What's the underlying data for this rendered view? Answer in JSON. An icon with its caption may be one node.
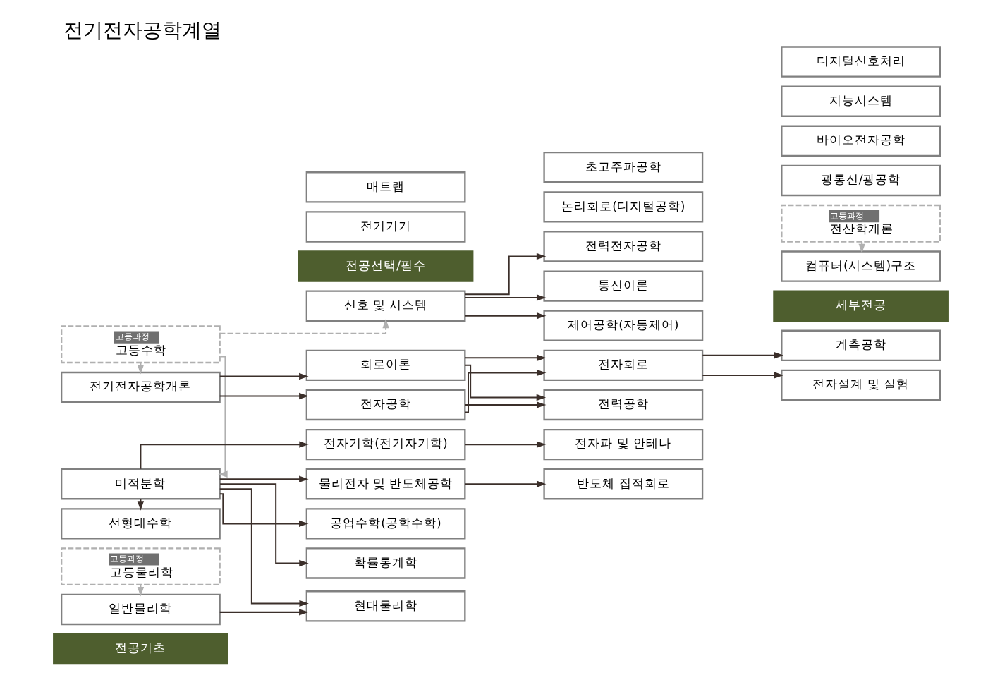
{
  "diagram": {
    "title": "전기전자공학계열",
    "nodes": [
      {
        "text": [
          "전공기초"
        ]
      },
      {
        "text": [
          "전공선택/필수"
        ]
      },
      {
        "text": [
          "세부전공"
        ]
      },
      {
        "text": [
          "고등과정",
          "고등수학"
        ]
      },
      {
        "text": [
          "미적분학"
        ]
      },
      {
        "text": [
          "선형대수학"
        ]
      },
      {
        "text": [
          "고등과정",
          "고등물리학"
        ]
      },
      {
        "text": [
          "일반물리학"
        ]
      },
      {
        "text": [
          "전기전자공학개론"
        ]
      },
      {
        "text": [
          "공업수학(공학수학)"
        ]
      },
      {
        "text": [
          "확률통계학"
        ]
      },
      {
        "text": [
          "전자기학(전기자기학)"
        ]
      },
      {
        "text": [
          "물리전자 및 반도체공학"
        ]
      },
      {
        "text": [
          "현대물리학"
        ]
      },
      {
        "text": [
          "전기기기"
        ]
      },
      {
        "text": [
          "신호 및 시스템"
        ]
      },
      {
        "text": [
          "매트랩"
        ]
      },
      {
        "text": [
          "회로이론"
        ]
      },
      {
        "text": [
          "전자공학"
        ]
      },
      {
        "text": [
          "논리회로(디지털공학)"
        ]
      },
      {
        "text": [
          "초고주파공학"
        ]
      },
      {
        "text": [
          "전자파 및 안테나"
        ]
      },
      {
        "text": [
          "반도체 집적회로"
        ]
      },
      {
        "text": [
          "전력전자공학"
        ]
      },
      {
        "text": [
          "통신이론"
        ]
      },
      {
        "text": [
          "제어공학(자동제어)"
        ]
      },
      {
        "text": [
          "전력공학"
        ]
      },
      {
        "text": [
          "전자회로"
        ]
      },
      {
        "text": [
          "고등과정",
          "전산학개론"
        ]
      },
      {
        "text": [
          "컴퓨터(시스템)구조"
        ]
      },
      {
        "text": [
          "광통신/광공학"
        ]
      },
      {
        "text": [
          "바이오전자공학"
        ]
      },
      {
        "text": [
          "지능시스템"
        ]
      },
      {
        "text": [
          "디지털신호처리"
        ]
      },
      {
        "text": [
          "계측공학"
        ]
      },
      {
        "text": [
          "전자설계 및 실험"
        ]
      }
    ],
    "edges": [
      {
        "from": 3,
        "to": 4,
        "arrow": "to",
        "color": "#b0b0b0"
      },
      {
        "from": 4,
        "to": 5,
        "arrow": "to"
      },
      {
        "from": 6,
        "to": 7,
        "arrow": "to",
        "color": "#b0b0b0"
      },
      {
        "from": 4,
        "to": 9,
        "arrow": "to"
      },
      {
        "from": 4,
        "to": 10,
        "arrow": "to"
      },
      {
        "from": 4,
        "to": 11,
        "arrow": "to"
      },
      {
        "from": 4,
        "to": 12,
        "arrow": "to"
      },
      {
        "from": 4,
        "to": 13,
        "arrow": "to"
      },
      {
        "from": 7,
        "to": 13,
        "arrow": "to"
      },
      {
        "from": 3,
        "to": 15,
        "arrow": "to",
        "style": "dashed",
        "color": "#b0b0b0"
      },
      {
        "from": 3,
        "to": 8,
        "arrow": "to",
        "style": "dashed",
        "color": "#b0b0b0"
      },
      {
        "from": 8,
        "to": 17,
        "arrow": "to"
      },
      {
        "from": 8,
        "to": 18,
        "arrow": "to"
      },
      {
        "from": 11,
        "to": 21,
        "arrow": "to"
      },
      {
        "from": 12,
        "to": 22,
        "arrow": "to"
      },
      {
        "from": 15,
        "to": 23,
        "arrow": "to"
      },
      {
        "from": 15,
        "to": 24,
        "arrow": "to"
      },
      {
        "from": 15,
        "to": 25,
        "arrow": "to"
      },
      {
        "from": 17,
        "to": 26,
        "arrow": "to"
      },
      {
        "from": 17,
        "to": 27,
        "arrow": "to"
      },
      {
        "from": 18,
        "to": 26,
        "arrow": "to"
      },
      {
        "from": 18,
        "to": 27,
        "arrow": "to"
      },
      {
        "from": 27,
        "to": 34,
        "arrow": "to"
      },
      {
        "from": 27,
        "to": 35,
        "arrow": "to"
      },
      {
        "from": 28,
        "to": 29,
        "arrow": "to",
        "color": "#b0b0b0"
      }
    ]
  }
}
